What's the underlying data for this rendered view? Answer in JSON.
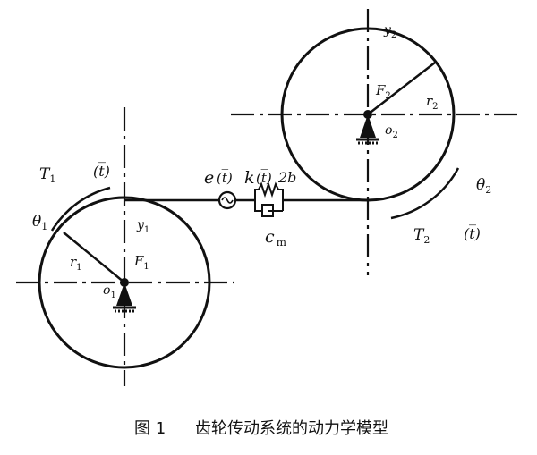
{
  "caption": {
    "number": "图 1",
    "title": "齿轮传动系统的动力学模型"
  },
  "gear1": {
    "torque": "T",
    "torque_sub": "1",
    "torque_arg": "(t̅)",
    "angle": "θ",
    "angle_sub": "1",
    "radius": "r",
    "radius_sub": "1",
    "force": "F",
    "force_sub": "1",
    "origin": "o",
    "origin_sub": "1",
    "axis": "y",
    "axis_sub": "1"
  },
  "gear2": {
    "torque": "T",
    "torque_sub": "2",
    "torque_arg": "(t̅)",
    "angle": "θ",
    "angle_sub": "2",
    "radius": "r",
    "radius_sub": "2",
    "force": "F",
    "force_sub": "2",
    "origin": "o",
    "origin_sub": "2",
    "axis": "y",
    "axis_sub": "2"
  },
  "mesh": {
    "error": "e",
    "error_arg": "(t̅)",
    "stiffness": "k",
    "stiffness_arg": "(t̅)",
    "backlash": "2b",
    "damping": "c",
    "damping_sub": "m"
  }
}
